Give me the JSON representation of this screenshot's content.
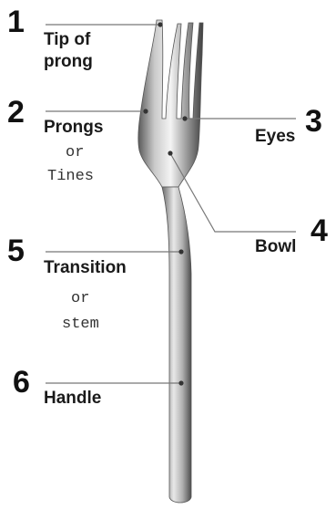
{
  "parts": [
    {
      "number": "1",
      "label": [
        "Tip of",
        "prong"
      ]
    },
    {
      "number": "2",
      "label": [
        "Prongs"
      ],
      "alt": [
        "or",
        "Tines"
      ]
    },
    {
      "number": "3",
      "label": [
        "Eyes"
      ]
    },
    {
      "number": "4",
      "label": [
        "Bowl"
      ]
    },
    {
      "number": "5",
      "label": [
        "Transition"
      ],
      "alt": [
        "or",
        "stem"
      ]
    },
    {
      "number": "6",
      "label": [
        "Handle"
      ]
    }
  ]
}
